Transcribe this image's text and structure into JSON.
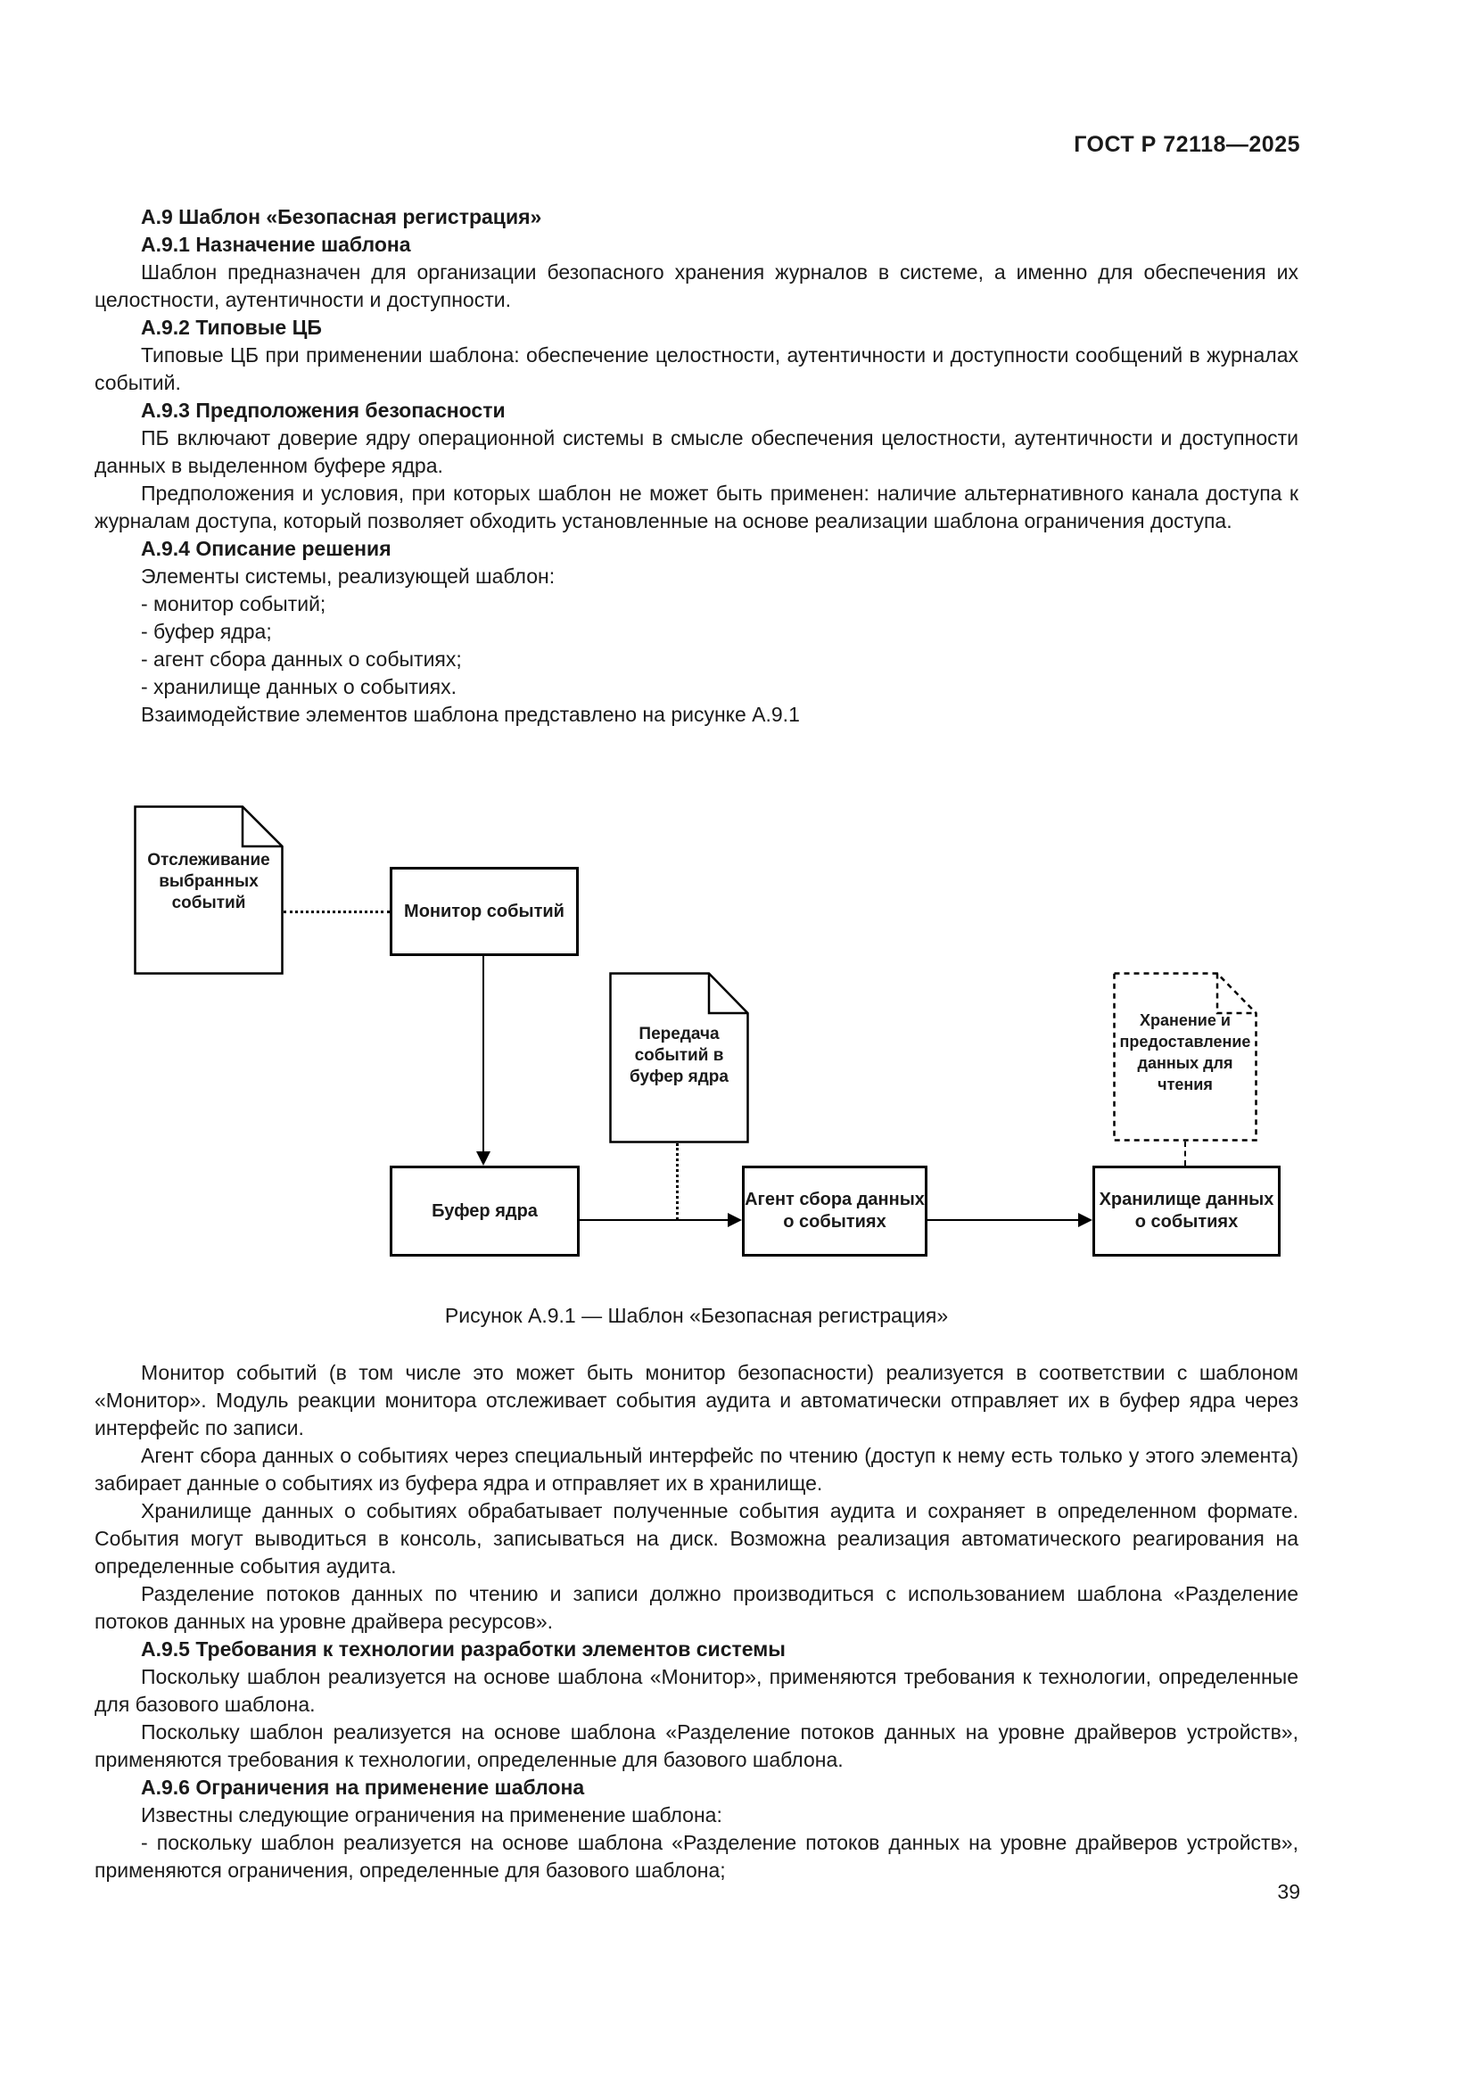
{
  "header": {
    "standard_code": "ГОСТ Р 72118—2025"
  },
  "footer": {
    "page_number": "39"
  },
  "content_top": [
    {
      "type": "heading2",
      "text": "А.9 Шаблон «Безопасная регистрация»"
    },
    {
      "type": "heading3",
      "text": "А.9.1 Назначение шаблона"
    },
    {
      "type": "paragraph",
      "text": "Шаблон предназначен для организации безопасного хранения журналов в системе, а именно для обеспечения их целостности, аутентичности и доступности."
    },
    {
      "type": "heading3",
      "text": "А.9.2 Типовые ЦБ"
    },
    {
      "type": "paragraph",
      "text": "Типовые ЦБ при применении шаблона: обеспечение целостности, аутентичности и доступности сообщений в журналах событий."
    },
    {
      "type": "heading3",
      "text": "А.9.3 Предположения безопасности"
    },
    {
      "type": "paragraph",
      "text": "ПБ включают доверие ядру операционной системы в смысле обеспечения целостности, аутентичности и доступности данных в выделенном буфере ядра."
    },
    {
      "type": "paragraph",
      "text": "Предположения и условия, при которых шаблон не может быть применен: наличие альтернативного канала доступа к журналам доступа, который позволяет обходить установленные на основе реализации шаблона ограничения доступа."
    },
    {
      "type": "heading3",
      "text": "А.9.4 Описание решения"
    },
    {
      "type": "paragraph",
      "text": "Элементы системы, реализующей шаблон:"
    },
    {
      "type": "list-item",
      "text": "- монитор событий;"
    },
    {
      "type": "list-item",
      "text": "- буфер ядра;"
    },
    {
      "type": "list-item",
      "text": "- агент сбора данных о событиях;"
    },
    {
      "type": "list-item",
      "text": "- хранилище данных о событиях."
    },
    {
      "type": "paragraph",
      "text": "Взаимодействие элементов шаблона представлено на рисунке А.9.1"
    }
  ],
  "diagram": {
    "caption": "Рисунок А.9.1 — Шаблон «Безопасная регистрация»",
    "nodes": [
      {
        "id": "doc-tracking",
        "shape": "document",
        "border": "solid",
        "label": "Отслеживание выбранных событий"
      },
      {
        "id": "monitor",
        "shape": "box",
        "border": "solid",
        "label": "Монитор событий"
      },
      {
        "id": "doc-transfer",
        "shape": "document",
        "border": "solid",
        "label": "Передача событий в буфер ядра"
      },
      {
        "id": "doc-storage-read",
        "shape": "document",
        "border": "dashed",
        "label": "Хранение и предоставление данных для чтения"
      },
      {
        "id": "kernel-buffer",
        "shape": "box",
        "border": "solid",
        "label": "Буфер ядра"
      },
      {
        "id": "agent",
        "shape": "box",
        "border": "solid",
        "label": "Агент сбора данных о событиях"
      },
      {
        "id": "storage",
        "shape": "box",
        "border": "solid",
        "label": "Хранилище данных о событиях"
      }
    ],
    "edges": [
      {
        "from": "doc-tracking",
        "to": "monitor",
        "style": "dotted-line"
      },
      {
        "from": "monitor",
        "to": "kernel-buffer",
        "style": "solid-arrow-down"
      },
      {
        "from": "kernel-buffer",
        "to": "agent",
        "style": "solid-arrow-right"
      },
      {
        "from": "doc-transfer",
        "to": "kernel-buffer-agent-arrow",
        "style": "dotted-line"
      },
      {
        "from": "agent",
        "to": "storage",
        "style": "solid-arrow-right"
      },
      {
        "from": "doc-storage-read",
        "to": "storage",
        "style": "dashed-line"
      }
    ]
  },
  "content_bottom": [
    {
      "type": "paragraph",
      "text": "Монитор событий (в том числе это может быть монитор безопасности) реализуется в соответствии с шаблоном «Монитор». Модуль реакции монитора отслеживает события аудита и автоматически отправляет их в буфер ядра через интерфейс по записи."
    },
    {
      "type": "paragraph",
      "text": "Агент сбора данных о событиях через специальный интерфейс по чтению (доступ к нему есть только у этого элемента) забирает данные о событиях из буфера ядра и отправляет их в хранилище."
    },
    {
      "type": "paragraph",
      "text": "Хранилище данных о событиях обрабатывает полученные события аудита и сохраняет в определенном формате. События могут выводиться в консоль, записываться на диск. Возможна реализация автоматического реагирования на определенные события аудита."
    },
    {
      "type": "paragraph",
      "text": "Разделение потоков данных по чтению и записи должно производиться с использованием шаблона «Разделение потоков данных на уровне драйвера ресурсов»."
    },
    {
      "type": "heading3",
      "text": "А.9.5 Требования к технологии разработки элементов системы"
    },
    {
      "type": "paragraph",
      "text": "Поскольку шаблон реализуется на основе шаблона «Монитор», применяются требования к технологии, определенные для базового шаблона."
    },
    {
      "type": "paragraph",
      "text": "Поскольку шаблон реализуется на основе шаблона «Разделение потоков данных на уровне драйверов устройств», применяются требования к технологии, определенные для базового шаблона."
    },
    {
      "type": "heading3",
      "text": "А.9.6 Ограничения на применение шаблона"
    },
    {
      "type": "paragraph",
      "text": "Известны следующие ограничения на применение шаблона:"
    },
    {
      "type": "list-item",
      "text": "- поскольку шаблон реализуется на основе шаблона «Разделение потоков данных на уровне драйверов устройств», применяются ограничения, определенные для базового шаблона;"
    }
  ]
}
